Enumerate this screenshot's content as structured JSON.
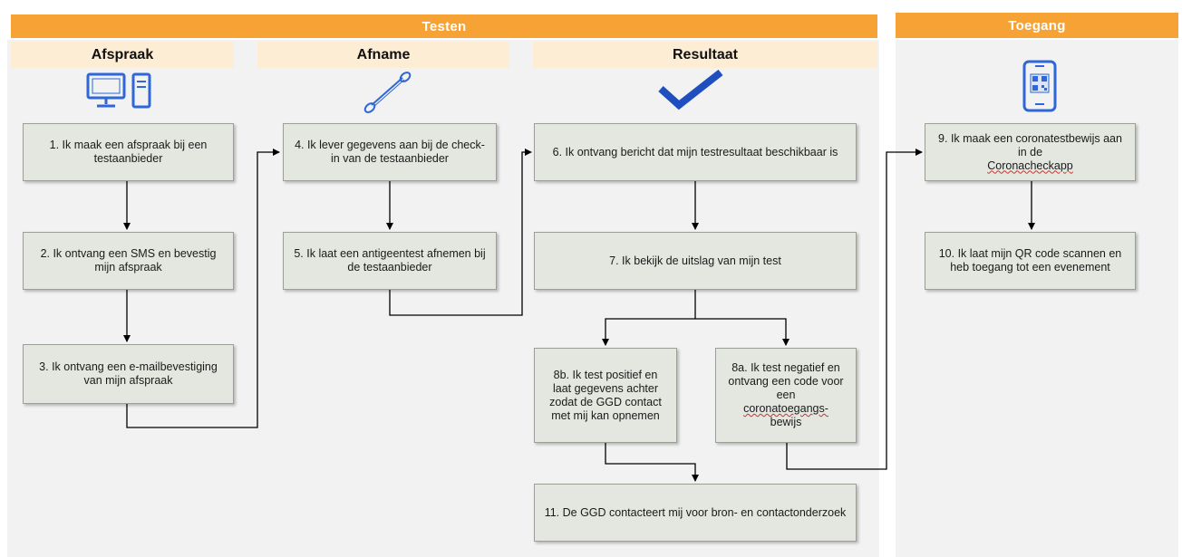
{
  "bands": {
    "testen": "Testen",
    "toegang": "Toegang"
  },
  "columns": {
    "afspraak": "Afspraak",
    "afname": "Afname",
    "resultaat": "Resultaat"
  },
  "icons": [
    "computer-icon",
    "swab-icon",
    "checkmark-icon",
    "smartphone-qr-icon"
  ],
  "colors": {
    "band": "#f7a234",
    "header": "#fcedd4",
    "box": "#e3e7e0",
    "check": "#1f4fbf",
    "icon": "#2f67d6"
  },
  "steps": {
    "s1": "1. Ik maak een afspraak bij een testaanbieder",
    "s2": "2. Ik ontvang een SMS en bevestig mijn afspraak",
    "s3": "3. Ik ontvang een e-mailbevestiging van mijn afspraak",
    "s4": "4. Ik lever gegevens aan bij de check-in van de testaanbieder",
    "s5": "5. Ik laat een antigeentest afnemen bij de testaanbieder",
    "s6": "6. Ik ontvang bericht dat mijn testresultaat beschikbaar is",
    "s7": "7. Ik bekijk de uitslag van mijn test",
    "s8b": "8b. Ik test positief en laat gegevens achter zodat de GGD contact met mij kan opnemen",
    "s8a_pre": "8a. Ik test negatief en ontvang een code voor een",
    "s8a_word": "coronatoegangs-",
    "s8a_post": "bewijs",
    "s9_pre": "9. Ik maak een coronatestbewijs aan in de",
    "s9_word": "Coronacheckapp",
    "s10": "10. Ik laat mijn QR code scannen en heb toegang tot een evenement",
    "s11": "11. De GGD contacteert mij voor bron- en contactonderzoek"
  }
}
